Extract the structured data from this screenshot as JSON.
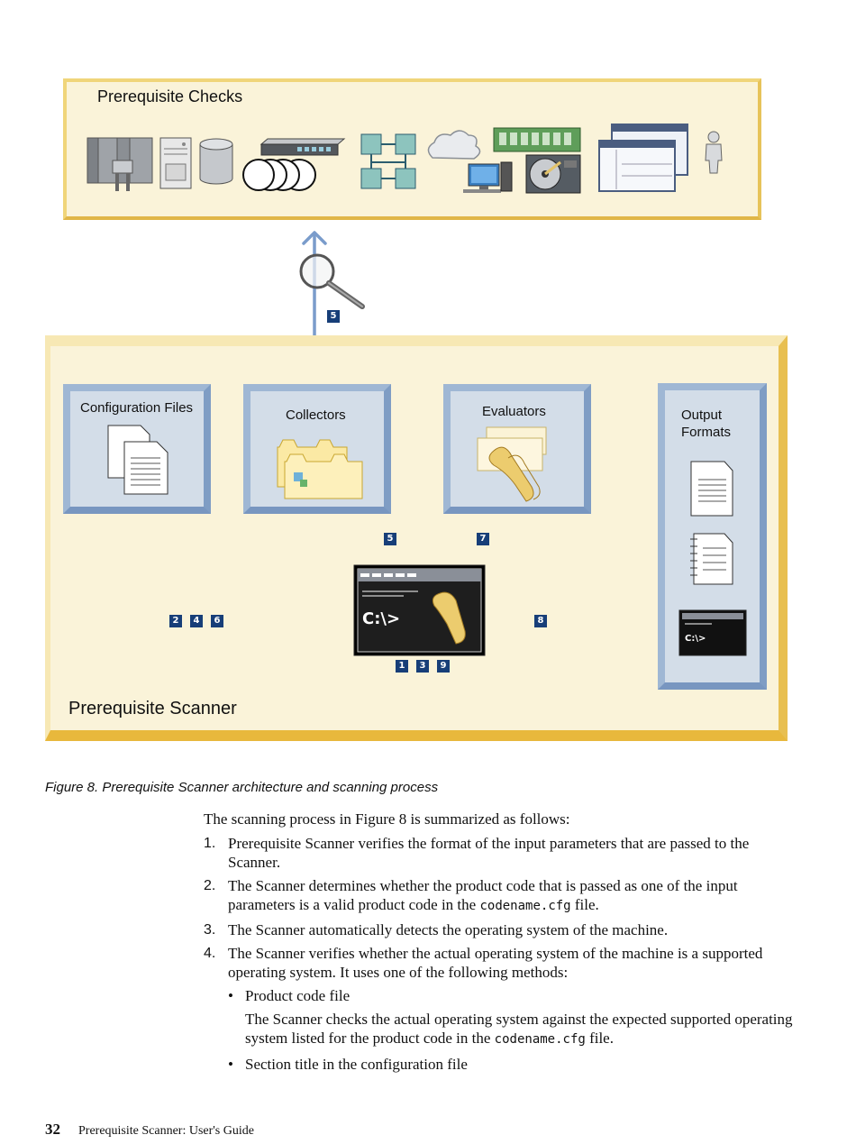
{
  "figure": {
    "checks_title": "Prerequisite Checks",
    "scanner_title": "Prerequisite Scanner",
    "boxes": {
      "config": "Configuration Files",
      "collectors": "Collectors",
      "evaluators": "Evaluators",
      "output_line1": "Output",
      "output_line2": "Formats"
    },
    "console_prompt": "C:\\>",
    "badges": {
      "top": "5",
      "collectors": "5",
      "evaluators": "7",
      "config": [
        "2",
        "4",
        "6"
      ],
      "console": [
        "1",
        "3",
        "9"
      ],
      "output": "8"
    },
    "icons": [
      "mainframe-icon",
      "tower-server-icon",
      "database-icon",
      "network-switch-icon",
      "storage-rings-icon",
      "network-topology-icon",
      "cloud-icon",
      "memory-module-icon",
      "desktop-computer-icon",
      "hard-disk-icon",
      "application-windows-icon",
      "user-icon",
      "magnifier-icon",
      "document-icon",
      "folder-icon",
      "scroll-icon",
      "console-icon"
    ],
    "colors": {
      "panel": "#faf3d9",
      "panel_border": "#e8b83c",
      "box": "#d3dde8",
      "box_border": "#8fa9cc",
      "arrow": "#7a9ccb",
      "badge": "#173e78"
    }
  },
  "caption": "Figure 8. Prerequisite Scanner architecture and scanning process",
  "body": {
    "intro": "The scanning process in Figure 8 is summarized as follows:",
    "steps": [
      {
        "num": "1.",
        "text": "Prerequisite Scanner verifies the format of the input parameters that are passed to the Scanner."
      },
      {
        "num": "2.",
        "pre": "The Scanner determines whether the product code that is passed as one of the input parameters is a valid product code in the ",
        "code": "codename.cfg",
        "post": " file."
      },
      {
        "num": "3.",
        "text": "The Scanner automatically detects the operating system of the machine."
      },
      {
        "num": "4.",
        "text": "The Scanner verifies whether the actual operating system of the machine is a supported operating system. It uses one of the following methods:"
      }
    ],
    "bullets": [
      {
        "mark": "•",
        "label": "Product code file",
        "desc_pre": "The Scanner checks the actual operating system against the expected supported operating system listed for the product code in the ",
        "desc_code": "codename.cfg",
        "desc_post": " file."
      },
      {
        "mark": "•",
        "label": "Section title in the configuration file"
      }
    ]
  },
  "footer": {
    "page_number": "32",
    "guide_title": "Prerequisite Scanner: User's Guide"
  }
}
